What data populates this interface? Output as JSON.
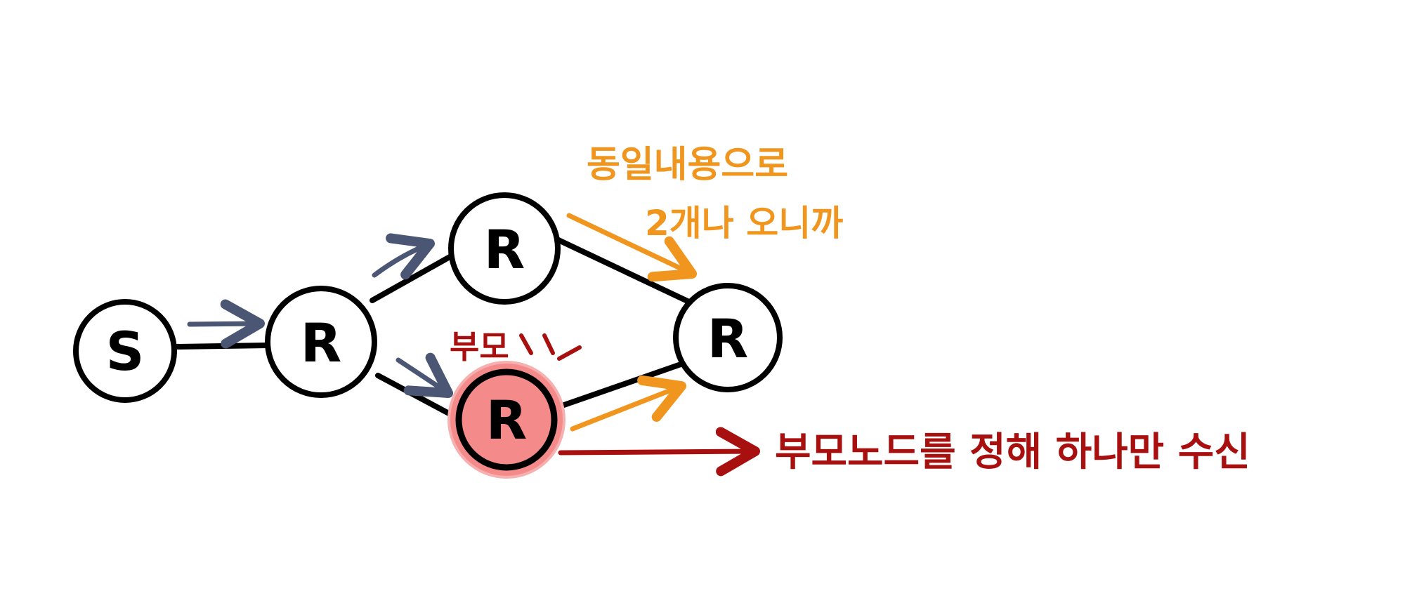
{
  "diagram": {
    "nodes": {
      "source": {
        "label": "S"
      },
      "router_middle": {
        "label": "R"
      },
      "router_top": {
        "label": "R"
      },
      "router_parent": {
        "label": "R"
      },
      "router_right": {
        "label": "R"
      }
    },
    "annotations": {
      "duplicate_line1": "동일내용으로",
      "duplicate_line2": "2개나 오니까",
      "parent_label": "부모",
      "result_label": "부모노드를 정해 하나만 수신"
    },
    "colors": {
      "edge": "#000000",
      "flow_arrow": "#4a5673",
      "duplicate": "#f0961e",
      "parent": "#a80f0f",
      "parent_highlight": "#f58a8a"
    }
  }
}
